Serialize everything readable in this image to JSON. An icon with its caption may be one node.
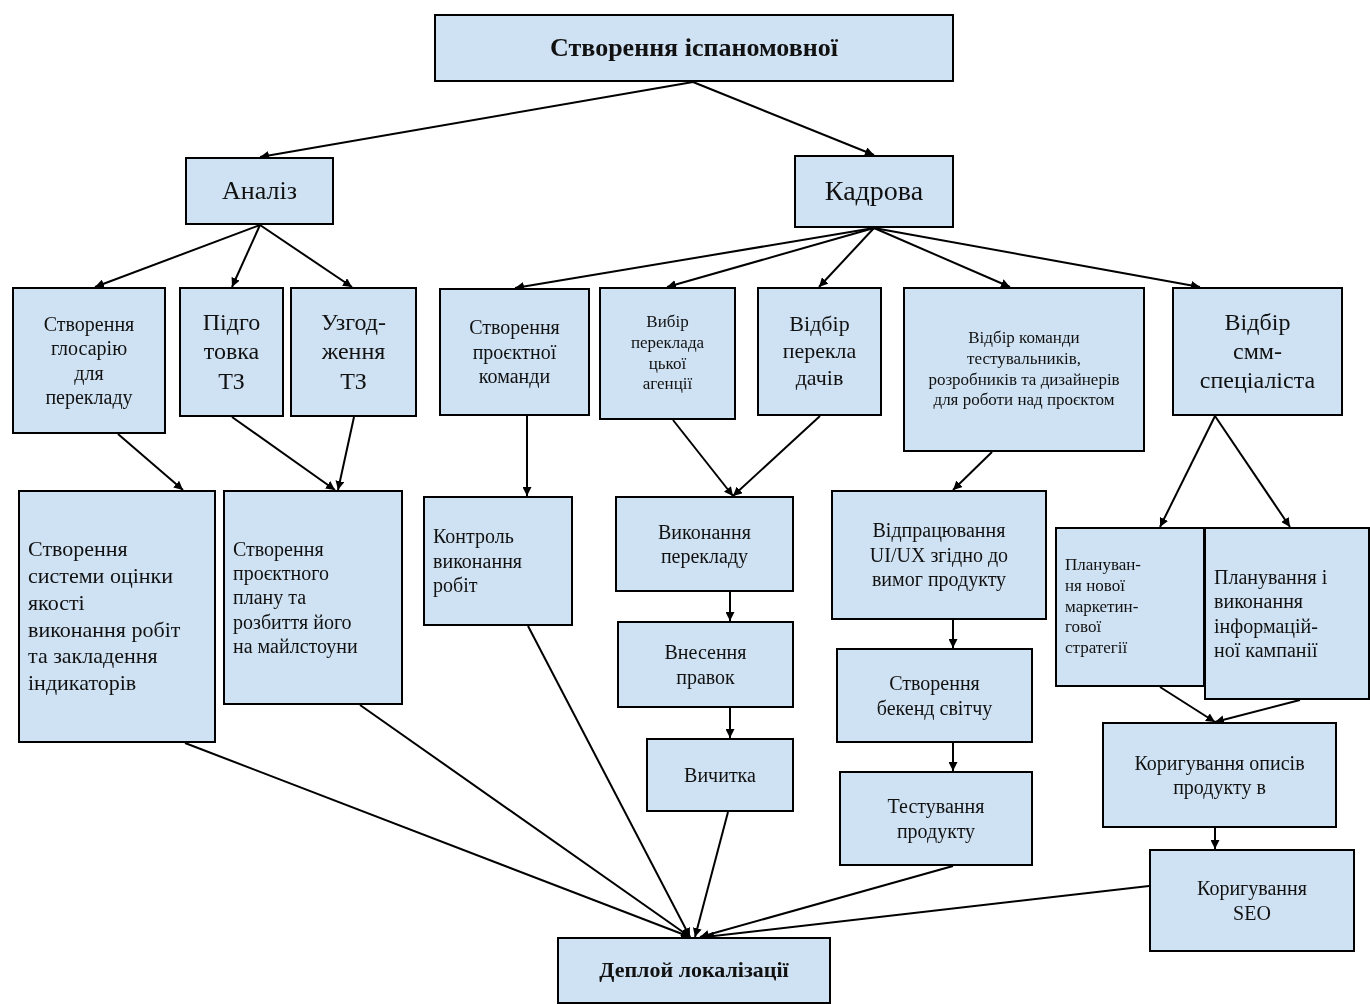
{
  "diagram": {
    "nodes": [
      {
        "text": [
          "Створення іспаномовної"
        ]
      },
      {
        "text": [
          "Аналіз"
        ]
      },
      {
        "text": [
          "Кадрова"
        ]
      },
      {
        "text": [
          "Створення глосарію для перекладу"
        ]
      },
      {
        "text": [
          "Підго товка ТЗ"
        ]
      },
      {
        "text": [
          "Узгод- ження ТЗ"
        ]
      },
      {
        "text": [
          "Створення проєктної команди"
        ]
      },
      {
        "text": [
          "Вибір переклада цької агенції"
        ]
      },
      {
        "text": [
          "Відбір перекла дачів"
        ]
      },
      {
        "text": [
          "Відбір команди тестувальників, розробників та дизайнерів для роботи над проєктом"
        ]
      },
      {
        "text": [
          "Відбір смм- спеціаліста"
        ]
      },
      {
        "text": [
          "Створення системи оцінки якості виконання робіт та закладення індикаторів"
        ]
      },
      {
        "text": [
          "Створення проєктного плану та розбиття його на майлстоуни"
        ]
      },
      {
        "text": [
          "Контроль виконання робіт"
        ]
      },
      {
        "text": [
          "Виконання перекладу"
        ]
      },
      {
        "text": [
          "Відпрацювання UI/UX згідно до вимог продукту"
        ]
      },
      {
        "text": [
          "Плануван- ня нової маркетин- гової стратегії"
        ]
      },
      {
        "text": [
          "Планування і виконання інформацій- ної кампанії"
        ]
      },
      {
        "text": [
          "Внесення правок"
        ]
      },
      {
        "text": [
          "Створення бекенд світчу"
        ]
      },
      {
        "text": [
          "Вичитка"
        ]
      },
      {
        "text": [
          "Тестування продукту"
        ]
      },
      {
        "text": [
          "Коригування описів продукту в"
        ]
      },
      {
        "text": [
          "Коригування SEO"
        ]
      },
      {
        "text": [
          "Деплой локалізації"
        ]
      }
    ],
    "edges": [
      {
        "from": 0,
        "to": 1,
        "arrow": "to"
      },
      {
        "from": 0,
        "to": 2,
        "arrow": "to"
      },
      {
        "from": 1,
        "to": 3,
        "arrow": "to"
      },
      {
        "from": 1,
        "to": 4,
        "arrow": "to"
      },
      {
        "from": 1,
        "to": 5,
        "arrow": "to"
      },
      {
        "from": 2,
        "to": 6,
        "arrow": "to"
      },
      {
        "from": 2,
        "to": 7,
        "arrow": "to"
      },
      {
        "from": 2,
        "to": 8,
        "arrow": "to"
      },
      {
        "from": 2,
        "to": 9,
        "arrow": "to"
      },
      {
        "from": 2,
        "to": 10,
        "arrow": "to"
      },
      {
        "from": 3,
        "to": 11,
        "arrow": "to"
      },
      {
        "from": 4,
        "to": 12,
        "arrow": "to"
      },
      {
        "from": 5,
        "to": 12,
        "arrow": "to"
      },
      {
        "from": 6,
        "to": 13,
        "arrow": "to"
      },
      {
        "from": 7,
        "to": 14,
        "arrow": "to"
      },
      {
        "from": 8,
        "to": 14,
        "arrow": "to"
      },
      {
        "from": 9,
        "to": 15,
        "arrow": "to"
      },
      {
        "from": 10,
        "to": 16,
        "arrow": "to"
      },
      {
        "from": 10,
        "to": 17,
        "arrow": "to"
      },
      {
        "from": 14,
        "to": 18,
        "arrow": "to"
      },
      {
        "from": 18,
        "to": 20,
        "arrow": "to"
      },
      {
        "from": 15,
        "to": 19,
        "arrow": "to"
      },
      {
        "from": 19,
        "to": 21,
        "arrow": "to"
      },
      {
        "from": 16,
        "to": 22,
        "arrow": "to"
      },
      {
        "from": 17,
        "to": 22,
        "arrow": "to"
      },
      {
        "from": 22,
        "to": 23,
        "arrow": "to"
      },
      {
        "from": 11,
        "to": 24,
        "arrow": "to"
      },
      {
        "from": 12,
        "to": 24,
        "arrow": "to"
      },
      {
        "from": 13,
        "to": 24,
        "arrow": "to"
      },
      {
        "from": 20,
        "to": 24,
        "arrow": "to"
      },
      {
        "from": 21,
        "to": 24,
        "arrow": "to"
      },
      {
        "from": 23,
        "to": 24,
        "arrow": "to"
      }
    ]
  }
}
